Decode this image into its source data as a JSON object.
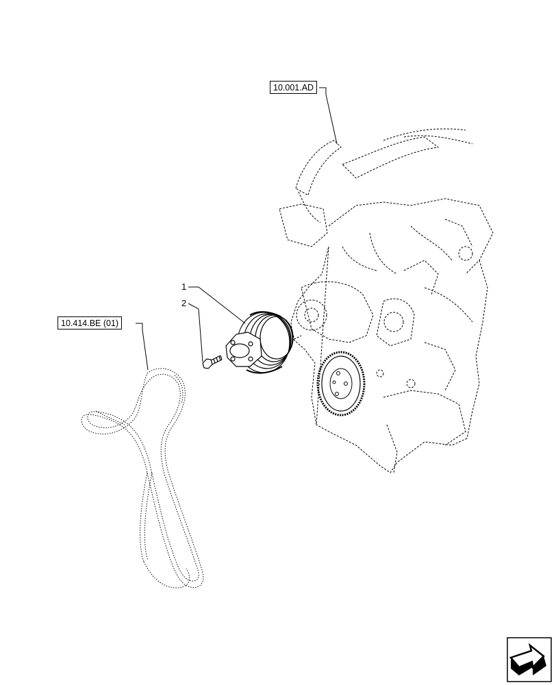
{
  "references": {
    "engine": "10.001.AD",
    "belt": "10.414.BE (01)"
  },
  "callouts": {
    "item_1": "1",
    "item_2": "2"
  },
  "icons": {
    "navigation": "next-page-arrow-icon"
  },
  "colors": {
    "line": "#000000",
    "background": "#ffffff"
  }
}
